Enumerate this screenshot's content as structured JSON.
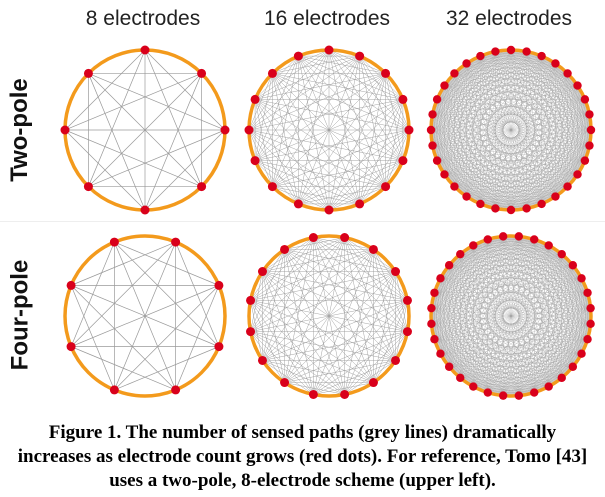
{
  "columns": [
    {
      "label": "8 electrodes",
      "electrodes": 8
    },
    {
      "label": "16 electrodes",
      "electrodes": 16
    },
    {
      "label": "32 electrodes",
      "electrodes": 32
    }
  ],
  "rows": [
    {
      "label": "Two-pole",
      "scheme": "two-pole"
    },
    {
      "label": "Four-pole",
      "scheme": "four-pole"
    }
  ],
  "colors": {
    "ring": "#f39a1c",
    "electrode": "#d9001b",
    "path": "#9a9a9a",
    "background": "#ffffff"
  },
  "caption": "Figure 1. The number of sensed paths (grey lines) dramatically increases as electrode count grows (red dots). For reference, Tomo [43] uses a two-pole, 8-electrode scheme (upper left)."
}
